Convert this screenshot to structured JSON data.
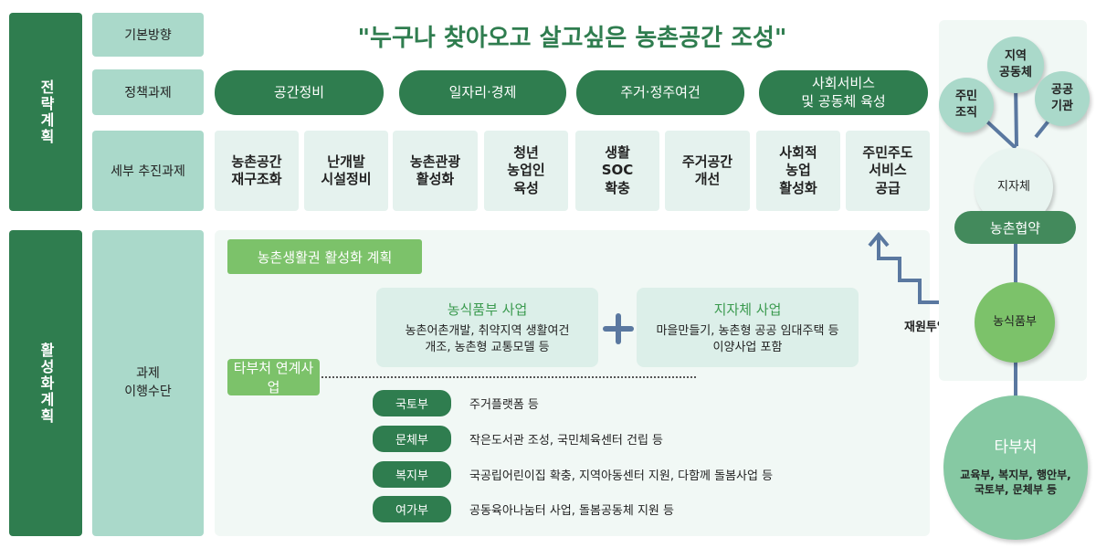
{
  "colors": {
    "dark_green": "#2f7d4f",
    "mint": "#aad9ca",
    "light": "#e5f2ee",
    "light_green": "#7cc26a",
    "line": "#5a78a0"
  },
  "left": {
    "strategy": "전략계획",
    "activation": "활성화계획"
  },
  "rows": {
    "basic": "기본방향",
    "policy": "정책과제",
    "detail": "세부 추진과제",
    "means": "과제\n이행수단"
  },
  "title": "\"누구나 찾아오고 살고싶은 농촌공간 조성\"",
  "policies": [
    "공간정비",
    "일자리·경제",
    "주거·정주여건",
    "사회서비스\n및 공동체 육성"
  ],
  "details": [
    "농촌공간\n재구조화",
    "난개발\n시설정비",
    "농촌관광\n활성화",
    "청년\n농업인\n육성",
    "생활\nSOC\n확충",
    "주거공간\n개선",
    "사회적\n농업\n활성화",
    "주민주도\n서비스\n공급"
  ],
  "plan_label": "농촌생활권 활성화 계획",
  "mafra": {
    "title": "농식품부 사업",
    "desc": "농촌어촌개발, 취약지역 생활여건\n개조, 농촌형 교통모델 등"
  },
  "local": {
    "title": "지자체 사업",
    "desc": "마을만들기, 농촌형 공공 임대주택 등\n이양사업 포함"
  },
  "plus_icon": "plus-icon",
  "other_label": "타부처 연계사업",
  "ministries": [
    {
      "name": "국토부",
      "desc": "주거플랫폼 등"
    },
    {
      "name": "문체부",
      "desc": "작은도서관 조성, 국민체육센터 건립 등"
    },
    {
      "name": "복지부",
      "desc": "국공립어린이집 확충, 지역아동센터 지원, 다함께 돌봄사업 등"
    },
    {
      "name": "여가부",
      "desc": "공동육아나눔터 사업, 돌봄공동체 지원 등"
    }
  ],
  "funding": "재원투입",
  "network": {
    "resident": "주민\n조직",
    "community": "지역\n공동체",
    "public": "공공\n기관",
    "local_gov": "지자체",
    "agreement": "농촌협약",
    "mafra": "농식품부",
    "other": "타부처",
    "other_desc": "교육부, 복지부, 행안부,\n국토부, 문체부 등"
  }
}
